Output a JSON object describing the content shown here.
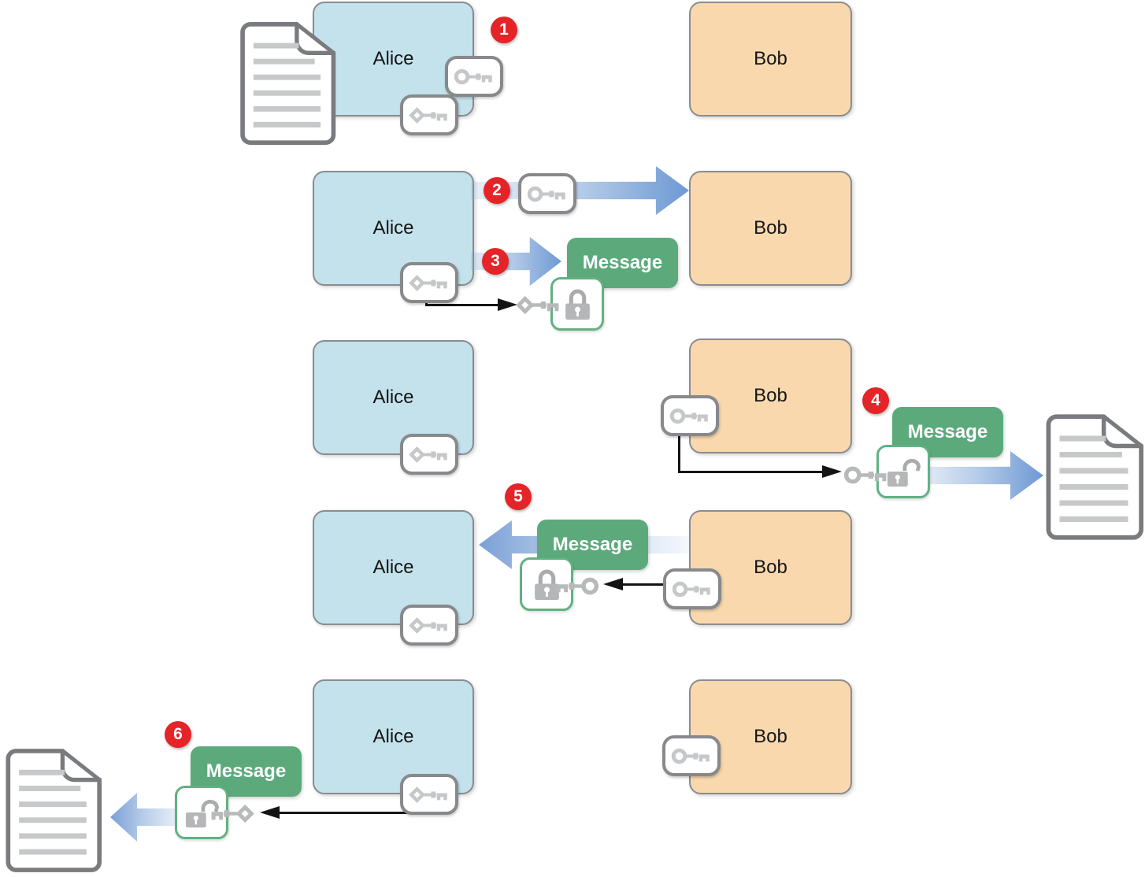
{
  "labels": {
    "alice": "Alice",
    "bob": "Bob",
    "message": "Message"
  },
  "badges": [
    "1",
    "2",
    "3",
    "4",
    "5",
    "6"
  ],
  "colors": {
    "alice_fill": "#c3e2ec",
    "bob_fill": "#fad8ae",
    "box_border": "#8a8c8f",
    "message_green": "#5caa7c",
    "badge_red": "#e42428",
    "arrow_blue": "#6d99d3",
    "lock_border_green": "#62b183",
    "key_gray": "#c6c7c9",
    "padlock_gray": "#b4b6b8",
    "document_border": "#797b7e",
    "connector_black": "#141414"
  },
  "icons": {
    "public_key": "key-round-bow",
    "private_key": "key-diamond-bow",
    "lock_closed": "padlock-closed",
    "lock_open": "padlock-open",
    "document": "document-page"
  }
}
